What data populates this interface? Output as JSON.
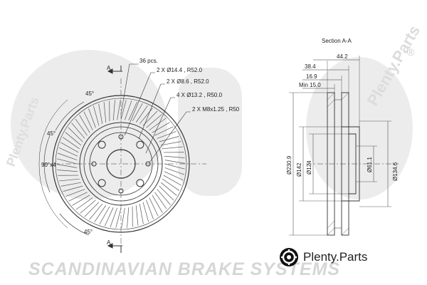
{
  "drawing": {
    "section_title": "Section A-A",
    "section_marker_top": "A",
    "section_marker_bottom": "A",
    "pcs": "36 pcs.",
    "hole_notes": [
      "2 X Ø14.4 , R52.0",
      "2 X Ø8.6 , R52.0",
      "4 X Ø13.2 , R50.0",
      "2 X M8x1.25 , R50"
    ],
    "angle_top": "45°",
    "angle_left": "45°",
    "angle_left2": "90°x4",
    "angle_bottom": "45°",
    "dim_44_2": "44.2",
    "dim_38_4": "38.4",
    "dim_16_9": "16.9",
    "dim_min": "Min 15.0",
    "dim_230_9": "Ø230.9",
    "dim_142": "Ø142",
    "dim_124": "Ø124",
    "dim_61_1": "Ø61.1",
    "dim_134_6": "Ø134.6"
  },
  "watermark": {
    "brand_text": "SCANDINAVIAN BRAKE SYSTEMS",
    "side_text": "Plenty.Parts",
    "registered": "®"
  },
  "logo": {
    "name": "Plenty.Parts",
    "icon": "gear-icon"
  }
}
